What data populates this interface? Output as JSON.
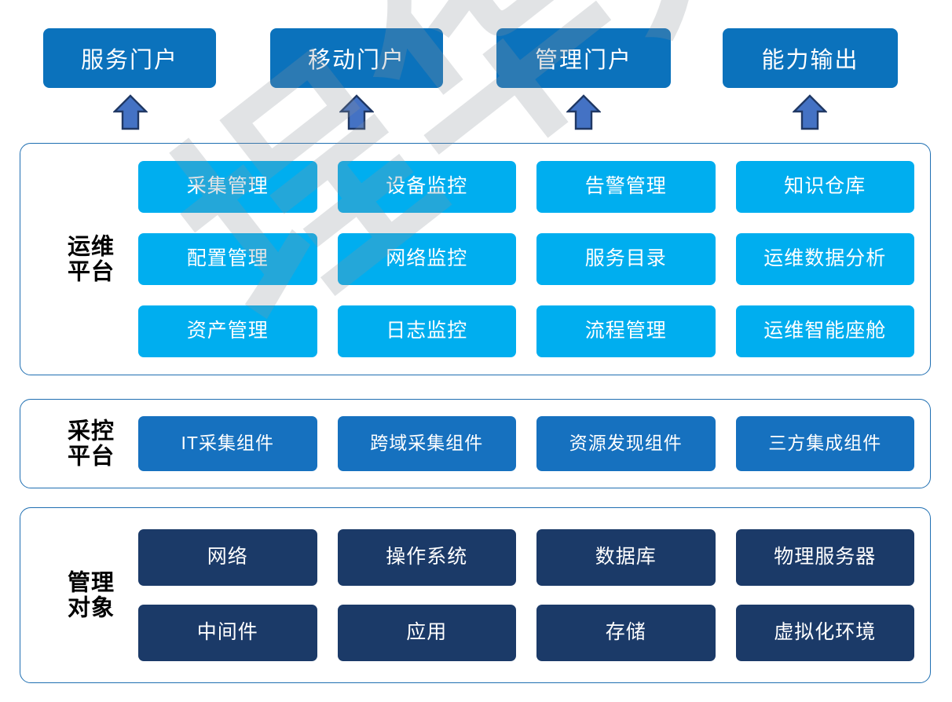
{
  "watermark": {
    "text": "埕华大数据"
  },
  "colors": {
    "portal_blue": "#0b72bc",
    "cyan": "#00aeef",
    "collect_blue": "#1671bf",
    "navy": "#1b3a68",
    "arrow_fill": "#4472c4",
    "arrow_stroke": "#203864",
    "panel_border": "#1f6fb2"
  },
  "portals": [
    {
      "label": "服务门户"
    },
    {
      "label": "移动门户"
    },
    {
      "label": "管理门户"
    },
    {
      "label": "能力输出"
    }
  ],
  "arrows": [
    {
      "name": "arrow-up-service-portal"
    },
    {
      "name": "arrow-up-mobile-portal"
    },
    {
      "name": "arrow-up-management-portal"
    },
    {
      "name": "arrow-up-capability-output"
    }
  ],
  "sections": [
    {
      "id": "ops-platform",
      "label": "运维\n平台",
      "label_line1": "运维",
      "label_line2": "平台",
      "cell_style": "cyan",
      "rows": 3,
      "cells": [
        "采集管理",
        "设备监控",
        "告警管理",
        "知识仓库",
        "配置管理",
        "网络监控",
        "服务目录",
        "运维数据分析",
        "资产管理",
        "日志监控",
        "流程管理",
        "运维智能座舱"
      ]
    },
    {
      "id": "collection-control-platform",
      "label_line1": "采控",
      "label_line2": "平台",
      "cell_style": "blue",
      "rows": 1,
      "cells": [
        "IT采集组件",
        "跨域采集组件",
        "资源发现组件",
        "三方集成组件"
      ]
    },
    {
      "id": "managed-objects",
      "label_line1": "管理",
      "label_line2": "对象",
      "cell_style": "navy",
      "rows": 2,
      "cells": [
        "网络",
        "操作系统",
        "数据库",
        "物理服务器",
        "中间件",
        "应用",
        "存储",
        "虚拟化环境"
      ]
    }
  ]
}
